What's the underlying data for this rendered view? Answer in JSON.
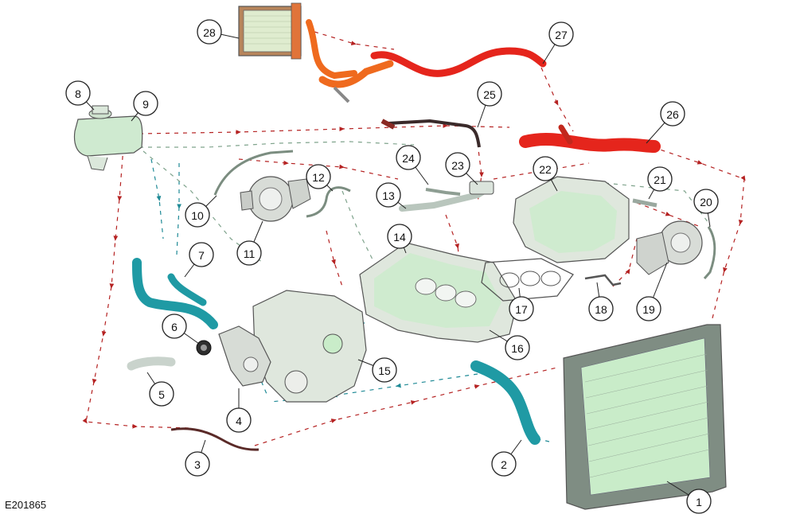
{
  "colors": {
    "hot_coolant": "#b52222",
    "cold_coolant": "#1f8a96",
    "vent_line": "#7fa38c",
    "hose_teal": "#1f9aa4",
    "hose_red": "#e5251c",
    "hose_orange": "#ef6a1e",
    "radiator_mint": "#c9ecc9",
    "casting_grey": "#dfe7dd"
  },
  "callouts": [
    {
      "label": "1",
      "part": "radiator"
    },
    {
      "label": "2",
      "part": "radiator-lower-hose"
    },
    {
      "label": "3",
      "part": "coolant-tube"
    },
    {
      "label": "4",
      "part": "water-pump"
    },
    {
      "label": "5",
      "part": "coolant-hose"
    },
    {
      "label": "6",
      "part": "thermostat"
    },
    {
      "label": "7",
      "part": "coolant-hose"
    },
    {
      "label": "8",
      "part": "degas-bottle-cap"
    },
    {
      "label": "9",
      "part": "degas-bottle"
    },
    {
      "label": "10",
      "part": "turbo-coolant-tube"
    },
    {
      "label": "11",
      "part": "turbocharger"
    },
    {
      "label": "12",
      "part": "turbo-coolant-tube"
    },
    {
      "label": "13",
      "part": "coolant-tube"
    },
    {
      "label": "14",
      "part": "cylinder-block"
    },
    {
      "label": "15",
      "part": "engine-front-cover"
    },
    {
      "label": "16",
      "part": "cylinder-block"
    },
    {
      "label": "17",
      "part": "head-gasket"
    },
    {
      "label": "18",
      "part": "temperature-sensor"
    },
    {
      "label": "19",
      "part": "turbocharger"
    },
    {
      "label": "20",
      "part": "turbo-coolant-tube"
    },
    {
      "label": "21",
      "part": "coolant-fitting"
    },
    {
      "label": "22",
      "part": "cylinder-head"
    },
    {
      "label": "23",
      "part": "coolant-outlet"
    },
    {
      "label": "24",
      "part": "coolant-fitting"
    },
    {
      "label": "25",
      "part": "coolant-tube"
    },
    {
      "label": "26",
      "part": "radiator-upper-hose"
    },
    {
      "label": "27",
      "part": "heater-hose"
    },
    {
      "label": "28",
      "part": "heater-core"
    }
  ],
  "document_id": "E201865"
}
